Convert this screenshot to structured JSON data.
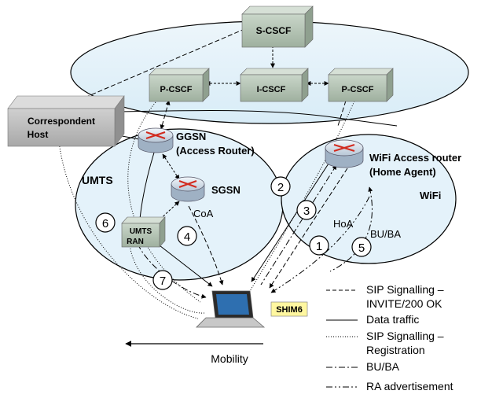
{
  "nodes": {
    "s_cscf": "S-CSCF",
    "p_cscf_left": "P-CSCF",
    "i_cscf": "I-CSCF",
    "p_cscf_right": "P-CSCF",
    "correspondent_line1": "Correspondent",
    "correspondent_line2": "Host",
    "ggsn_line1": "GGSN",
    "ggsn_line2": "(Access Router)",
    "sgsn": "SGSN",
    "umts_ran_line1": "UMTS",
    "umts_ran_line2": "RAN",
    "wifi_router_line1": "WiFi Access router",
    "wifi_router_line2": "(Home Agent)",
    "shim6": "SHIM6"
  },
  "regions": {
    "umts": "UMTS",
    "wifi": "WiFi"
  },
  "addresses": {
    "coa": "CoA",
    "hoa": "HoA",
    "bu_ba": "BU/BA"
  },
  "steps": [
    "1",
    "2",
    "3",
    "4",
    "5",
    "6",
    "7"
  ],
  "mobility_label": "Mobility",
  "legend": {
    "sip_invite_line1": "SIP Signalling –",
    "sip_invite_line2": "INVITE/200 OK",
    "data_traffic": "Data traffic",
    "sip_registration_line1": "SIP Signalling –",
    "sip_registration_line2": "Registration",
    "bu_ba": "BU/BA",
    "ra_advertisement": "RA advertisement"
  },
  "colors": {
    "cloud_fill": "#e4f2fa",
    "server_fill": "#a9b9a9",
    "server_light": "#c9d6c9",
    "host_fill": "#b8b8b8",
    "router_fill": "#d8e4f0",
    "router_arrow": "#d22a1e",
    "shim_fill": "#fff7a0"
  }
}
